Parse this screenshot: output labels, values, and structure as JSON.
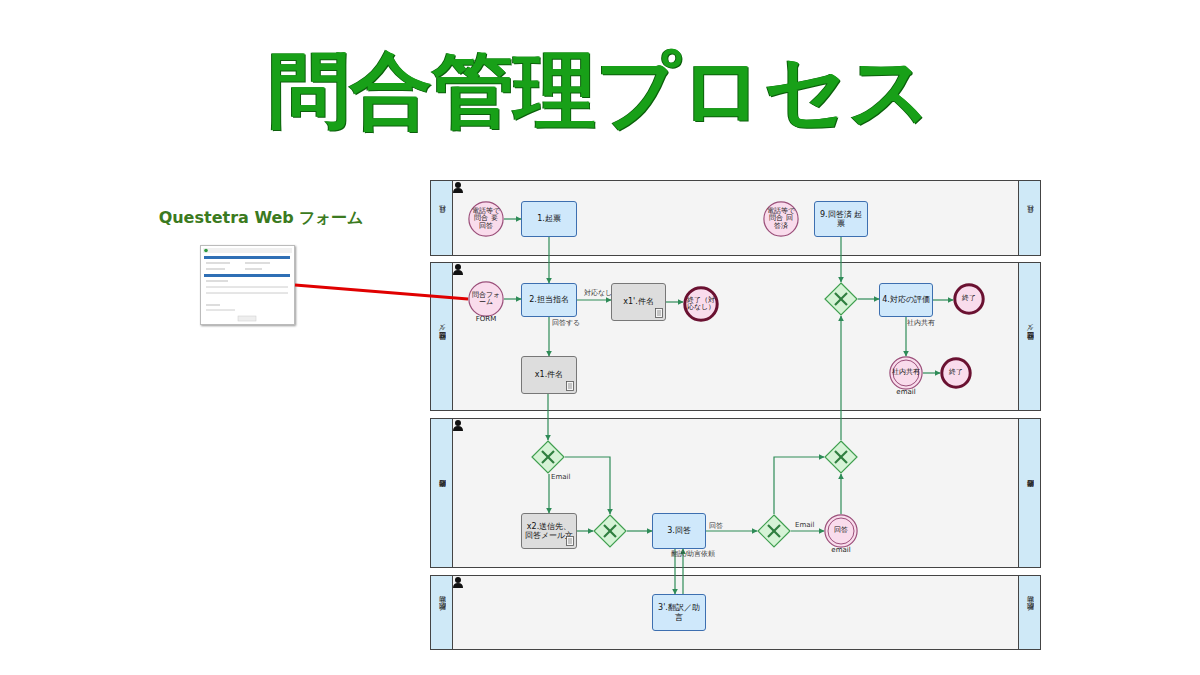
{
  "diagram": {
    "title": "問合管理プロセス",
    "nodes": [
      {
        "text": [
          "Questetra Web フォーム"
        ]
      },
      {
        "text": [
          "社員",
          "社員"
        ]
      },
      {
        "text": [
          "電話等で問合 要回答"
        ],
        "in": 1
      },
      {
        "text": [
          "1.起票"
        ],
        "in": 1
      },
      {
        "text": [
          "電話等で問合 回答済"
        ],
        "in": 1
      },
      {
        "text": [
          "9.回答済 起票"
        ],
        "in": 1
      },
      {
        "text": [
          "問合窓口リーダ",
          "問合窓口リーダ"
        ]
      },
      {
        "text": [
          "問合フォーム",
          "FORM"
        ],
        "in": 6
      },
      {
        "text": [
          "2.担当指名"
        ],
        "in": 6
      },
      {
        "text": [
          "x1'.件名"
        ],
        "in": 6
      },
      {
        "text": [
          "終了（対応なし）"
        ],
        "in": 6
      },
      {
        "text": [],
        "in": 6
      },
      {
        "text": [
          "4.対応の評価"
        ],
        "in": 6
      },
      {
        "text": [
          "終了"
        ],
        "in": 6
      },
      {
        "text": [
          "x1.件名"
        ],
        "in": 6
      },
      {
        "text": [
          "社内共有",
          "email"
        ],
        "in": 6
      },
      {
        "text": [
          "終了"
        ],
        "in": 6
      },
      {
        "text": [
          "問合対応者",
          "問合対応者"
        ]
      },
      {
        "text": [],
        "in": 17
      },
      {
        "text": [],
        "in": 17
      },
      {
        "text": [
          "x2.送信先、回答メール文"
        ],
        "in": 17
      },
      {
        "text": [],
        "in": 17
      },
      {
        "text": [
          "3.回答"
        ],
        "in": 17
      },
      {
        "text": [],
        "in": 17
      },
      {
        "text": [
          "回答",
          "email"
        ],
        "in": 17
      },
      {
        "text": [
          "翻訳／助言",
          "翻訳／助言"
        ]
      },
      {
        "text": [
          "3'.翻訳／助言"
        ],
        "in": 25
      }
    ],
    "edges": [
      {
        "from": 0,
        "to": 7,
        "arrow": "none"
      },
      {
        "from": 2,
        "to": 3,
        "arrow": "to"
      },
      {
        "from": 3,
        "to": 8,
        "arrow": "to"
      },
      {
        "from": 7,
        "to": 8,
        "arrow": "to"
      },
      {
        "from": 8,
        "to": 9,
        "arrow": "to",
        "label": "対応なし"
      },
      {
        "from": 9,
        "to": 10,
        "arrow": "to"
      },
      {
        "from": 8,
        "to": 14,
        "arrow": "to",
        "label": "回答する"
      },
      {
        "from": 14,
        "to": 18,
        "arrow": "to"
      },
      {
        "from": 18,
        "to": 20,
        "arrow": "to",
        "label": "Email"
      },
      {
        "from": 18,
        "to": 21,
        "arrow": "to"
      },
      {
        "from": 20,
        "to": 21,
        "arrow": "to"
      },
      {
        "from": 21,
        "to": 22,
        "arrow": "to"
      },
      {
        "from": 22,
        "to": 26,
        "arrow": "to",
        "label": "翻訳/助言依頼"
      },
      {
        "from": 26,
        "to": 22,
        "arrow": "to"
      },
      {
        "from": 22,
        "to": 23,
        "arrow": "to",
        "label": "回答"
      },
      {
        "from": 23,
        "to": 19,
        "arrow": "to"
      },
      {
        "from": 23,
        "to": 24,
        "arrow": "to",
        "label": "Email"
      },
      {
        "from": 24,
        "to": 19,
        "arrow": "to"
      },
      {
        "from": 19,
        "to": 11,
        "arrow": "to"
      },
      {
        "from": 5,
        "to": 11,
        "arrow": "to"
      },
      {
        "from": 11,
        "to": 12,
        "arrow": "to"
      },
      {
        "from": 12,
        "to": 13,
        "arrow": "to"
      },
      {
        "from": 12,
        "to": 15,
        "arrow": "to",
        "label": "社内共有"
      },
      {
        "from": 15,
        "to": 16,
        "arrow": "to"
      }
    ]
  }
}
